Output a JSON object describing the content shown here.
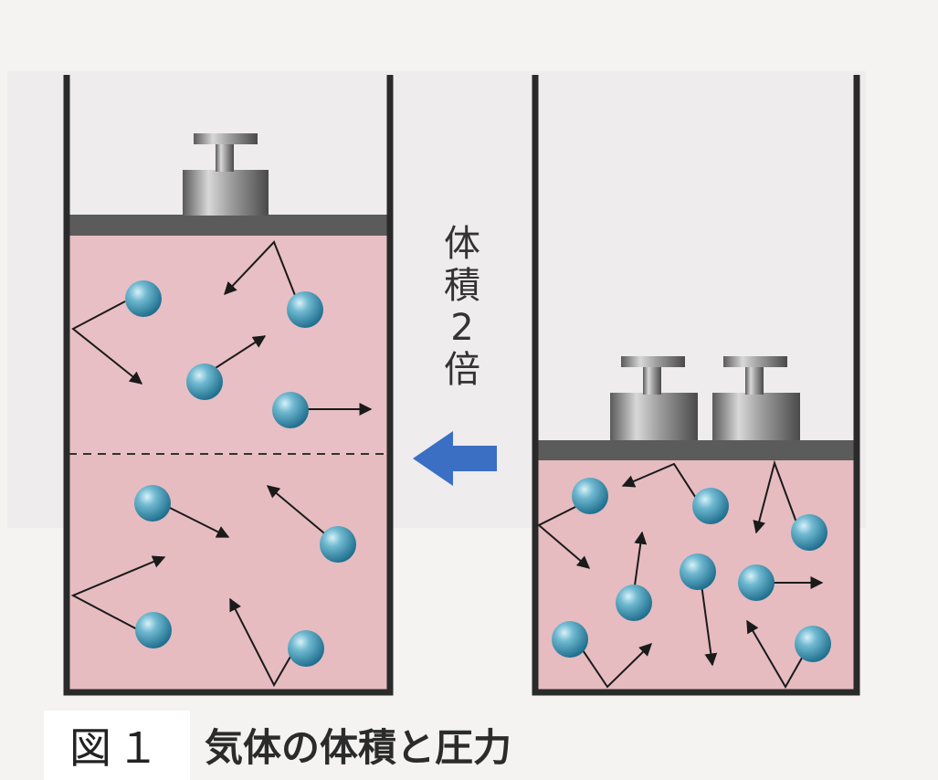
{
  "figure": {
    "label": "図１",
    "caption": "気体の体積と圧力"
  },
  "arrow_label_chars": [
    "体",
    "積",
    "2",
    "倍"
  ],
  "colors": {
    "gas": "#e6bcc0",
    "gas_upper": "#e9c2c6",
    "wall": "#2a2a2a",
    "piston": "#5b5b5b",
    "molecule": "#4f9db8",
    "arrow": "#3a6fc4",
    "weight": "#8a8a8a"
  },
  "icons": [
    "gas-molecule-icon",
    "weight-icon",
    "left-arrow-icon"
  ]
}
